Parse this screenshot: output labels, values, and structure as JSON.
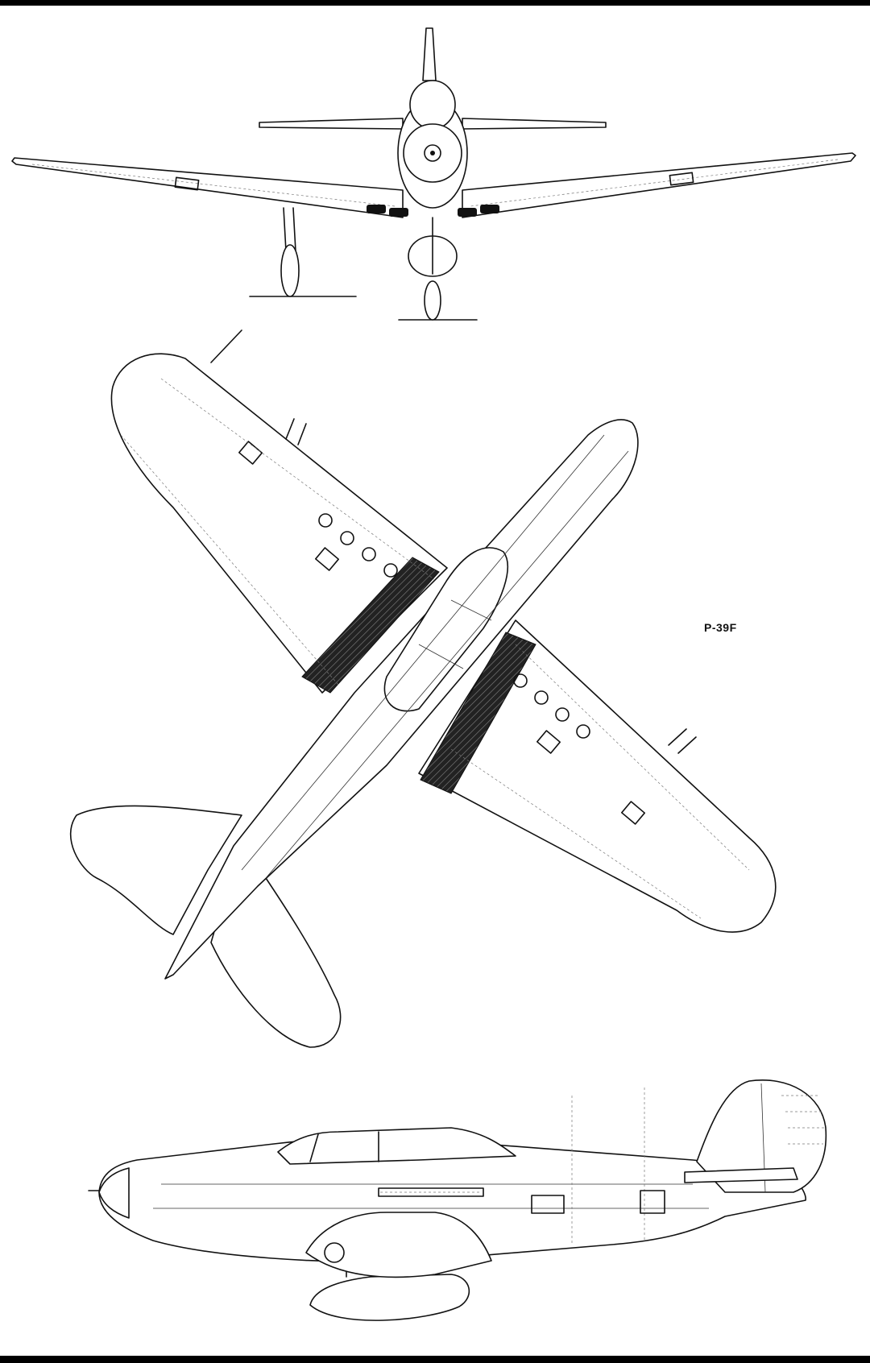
{
  "drawing": {
    "model_label": "P-39F"
  },
  "views": [
    "front-view",
    "top-view",
    "side-view"
  ],
  "colors": {
    "background": "#ffffff",
    "line": "#111111",
    "frame": "#000000"
  }
}
